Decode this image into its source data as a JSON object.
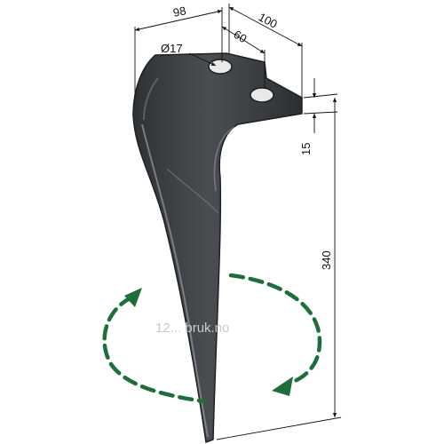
{
  "dimensions": {
    "top_width": "98",
    "upper_span": "100",
    "hole_spacing": "60",
    "hole_diameter": "Ø17",
    "offset": "15",
    "height": "340"
  },
  "watermark": "12... bruk.no",
  "colors": {
    "blade": "#3a3d40",
    "blade_edge": "#1e2022",
    "blade_highlight": "#8a8e92",
    "arrow": "#1e6e3a",
    "lines": "#111111"
  }
}
